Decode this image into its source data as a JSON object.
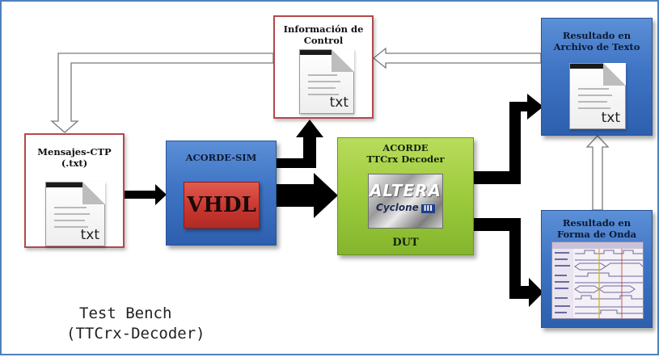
{
  "nodes": {
    "mensajes": {
      "title": "Mensajes-CTP\n(.txt)",
      "ext": "txt"
    },
    "info": {
      "title": "Información de\nControl",
      "ext": "txt"
    },
    "acorde_sim": {
      "title": "ACORDE-SIM",
      "inner": "VHDL"
    },
    "decoder": {
      "title": "ACORDE\nTTCrx Decoder",
      "chip_brand": "ALTERA",
      "chip_model": "Cyclone",
      "chip_model_suffix": "III",
      "footer": "DUT"
    },
    "resultado_texto": {
      "title": "Resultado en\nArchivo de Texto",
      "ext": "txt"
    },
    "resultado_onda": {
      "title": "Resultado en\nForma de Onda"
    }
  },
  "bench_label": {
    "line1": "Test Bench",
    "line2": "(TTCrx-Decoder)"
  },
  "colors": {
    "frame": "#4f80bd",
    "white_box_border": "#b5474a",
    "blue": "#3f74c4",
    "green": "#9ccb3c",
    "red": "#cc3a32",
    "arrow": "#000000"
  }
}
